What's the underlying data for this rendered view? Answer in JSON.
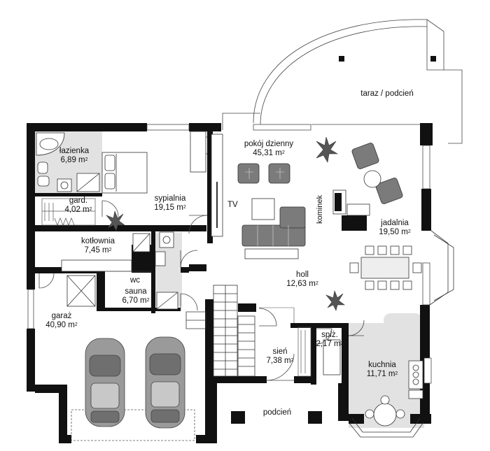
{
  "plan": {
    "rooms": [
      {
        "id": "lazienka",
        "name": "łazienka",
        "area": "6,89 m",
        "unit_sup": "2"
      },
      {
        "id": "gard",
        "name": "gard.",
        "area": "4,02 m",
        "unit_sup": "2"
      },
      {
        "id": "sypialnia",
        "name": "sypialnia",
        "area": "19,15 m",
        "unit_sup": "2"
      },
      {
        "id": "pokoj",
        "name": "pokój dzienny",
        "area": "45,31 m",
        "unit_sup": "2"
      },
      {
        "id": "taraz",
        "name": "taraz / podcień",
        "area": "",
        "unit_sup": ""
      },
      {
        "id": "kotlownia",
        "name": "kotłownia",
        "area": "7,45 m",
        "unit_sup": "2"
      },
      {
        "id": "jadalnia",
        "name": "jadalnia",
        "area": "19,50 m",
        "unit_sup": "2"
      },
      {
        "id": "holl",
        "name": "holl",
        "area": "12,63 m",
        "unit_sup": "2"
      },
      {
        "id": "wc",
        "name": "wc",
        "area": "",
        "unit_sup": ""
      },
      {
        "id": "sauna",
        "name": "sauna",
        "area": "6,70 m",
        "unit_sup": "2"
      },
      {
        "id": "garaz",
        "name": "garaż",
        "area": "40,90 m",
        "unit_sup": "2"
      },
      {
        "id": "spiz",
        "name": "spiż.",
        "area": "2,17 m",
        "unit_sup": "2"
      },
      {
        "id": "sien",
        "name": "sień",
        "area": "7,38 m",
        "unit_sup": "2"
      },
      {
        "id": "kuchnia",
        "name": "kuchnia",
        "area": "11,71 m",
        "unit_sup": "2"
      },
      {
        "id": "podcien",
        "name": "podcień",
        "area": "",
        "unit_sup": ""
      }
    ],
    "labels": {
      "tv": "TV",
      "kominek": "kominek"
    },
    "colors": {
      "wall": "#111111",
      "furniture": "#7b7b7b",
      "floor_grey": "#e2e2e2",
      "plant": "#555555"
    }
  }
}
